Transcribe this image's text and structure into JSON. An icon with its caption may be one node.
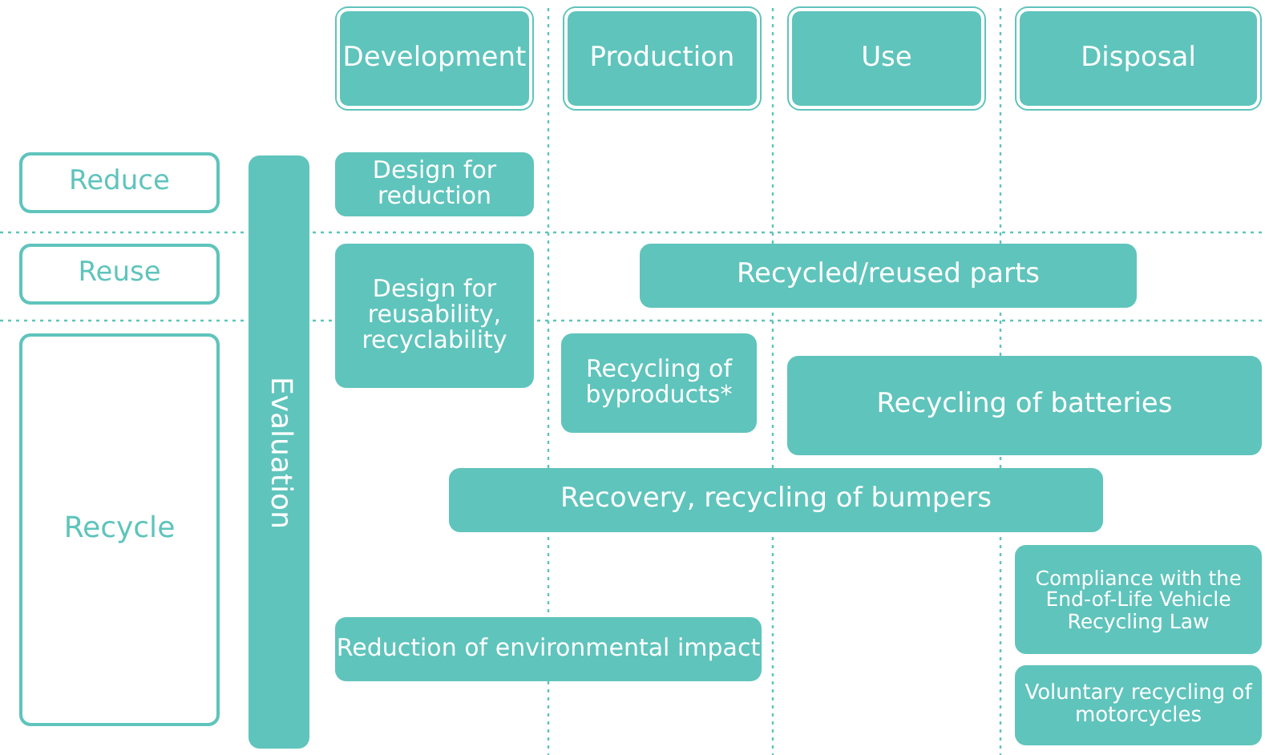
{
  "diagram": {
    "nodes": [
      {
        "text": [
          "Development"
        ]
      },
      {
        "text": [
          "Production"
        ]
      },
      {
        "text": [
          "Use"
        ]
      },
      {
        "text": [
          "Disposal"
        ]
      },
      {
        "text": [
          "Reduce"
        ]
      },
      {
        "text": [
          "Reuse"
        ]
      },
      {
        "text": [
          "Recycle"
        ]
      },
      {
        "text": [
          "Evaluation"
        ]
      },
      {
        "text": [
          "Design for reduction"
        ]
      },
      {
        "text": [
          "Recycled/reused parts"
        ]
      },
      {
        "text": [
          "Design for reusability, recyclability"
        ]
      },
      {
        "text": [
          "Recycling of byproducts*"
        ]
      },
      {
        "text": [
          "Recycling of batteries"
        ]
      },
      {
        "text": [
          "Recovery, recycling of bumpers"
        ]
      },
      {
        "text": [
          "Compliance with the End-of-Life Vehicle Recycling Law"
        ]
      },
      {
        "text": [
          "Reduction of environmental impact"
        ]
      },
      {
        "text": [
          "Voluntary recycling of motorcycles"
        ]
      }
    ]
  }
}
